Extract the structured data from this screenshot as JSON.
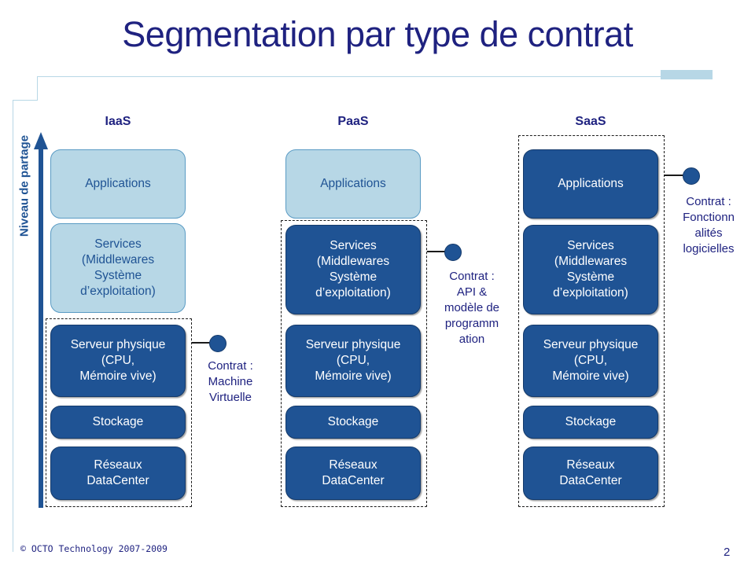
{
  "slide": {
    "title": "Segmentation par type de contrat",
    "axis_label": "Niveau de partage",
    "accent_color": "#b7d7e6",
    "dark_blue": "#1f5394",
    "navy_text": "#1f2280"
  },
  "columns": [
    {
      "id": "iaas",
      "header": "IaaS",
      "boxes": [
        {
          "label": "Applications",
          "shade": "light"
        },
        {
          "label": "Services\n(Middlewares\nSystème\nd’exploitation)",
          "shade": "light"
        },
        {
          "label": "Serveur physique\n(CPU,\nMémoire vive)",
          "shade": "dark"
        },
        {
          "label": "Stockage",
          "shade": "dark"
        },
        {
          "label": "Réseaux\nDataCenter",
          "shade": "dark"
        }
      ],
      "contract": "Contrat :\nMachine\nVirtuelle"
    },
    {
      "id": "paas",
      "header": "PaaS",
      "boxes": [
        {
          "label": "Applications",
          "shade": "light"
        },
        {
          "label": "Services\n(Middlewares\nSystème\nd’exploitation)",
          "shade": "dark"
        },
        {
          "label": "Serveur physique\n(CPU,\nMémoire vive)",
          "shade": "dark"
        },
        {
          "label": "Stockage",
          "shade": "dark"
        },
        {
          "label": "Réseaux\nDataCenter",
          "shade": "dark"
        }
      ],
      "contract": "Contrat :\nAPI &\nmodèle de\nprogramm\nation"
    },
    {
      "id": "saas",
      "header": "SaaS",
      "boxes": [
        {
          "label": "Applications",
          "shade": "dark"
        },
        {
          "label": "Services\n(Middlewares\nSystème\nd’exploitation)",
          "shade": "dark"
        },
        {
          "label": "Serveur physique\n(CPU,\nMémoire vive)",
          "shade": "dark"
        },
        {
          "label": "Stockage",
          "shade": "dark"
        },
        {
          "label": "Réseaux\nDataCenter",
          "shade": "dark"
        }
      ],
      "contract": "Contrat :\nFonctionn\nalités\nlogicielles"
    }
  ],
  "footer": {
    "copyright": "© OCTO  Technology 2007-2009",
    "page_number": "2"
  }
}
